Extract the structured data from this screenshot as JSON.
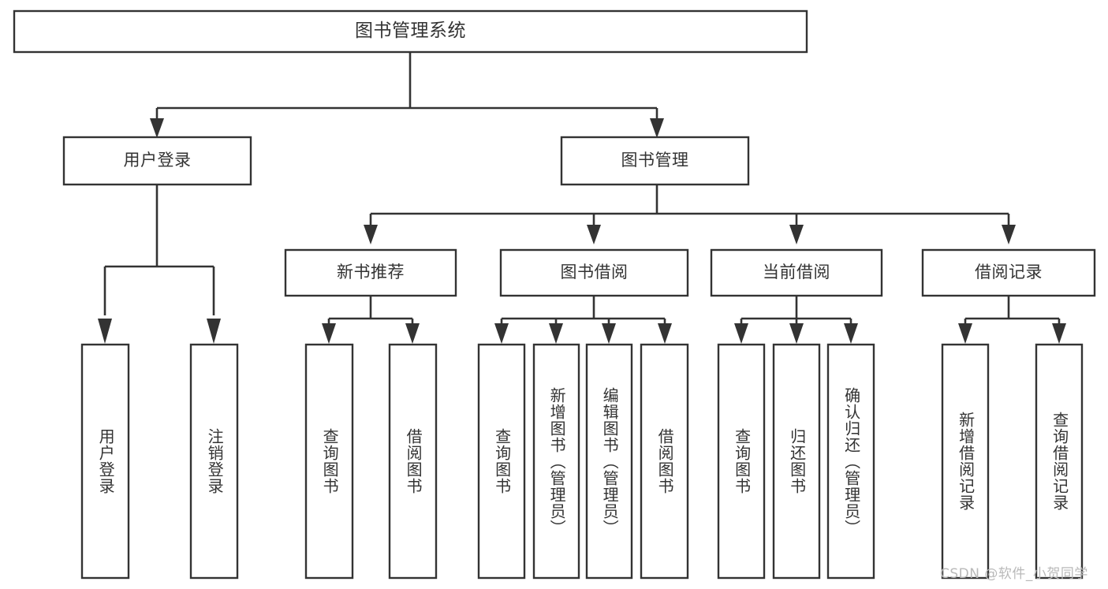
{
  "diagram": {
    "title": "图书管理系统",
    "type": "tree-hierarchy",
    "colors": {
      "stroke": "#333333",
      "fill": "#ffffff",
      "text": "#333333",
      "watermark": "#b9b9b9",
      "background": "#ffffff"
    },
    "nodes": {
      "root": {
        "label": "图书管理系统",
        "level": 0,
        "orientation": "horizontal"
      },
      "l1": [
        {
          "id": "user-login",
          "label": "用户登录",
          "level": 1,
          "orientation": "horizontal"
        },
        {
          "id": "book-manage",
          "label": "图书管理",
          "level": 1,
          "orientation": "horizontal"
        }
      ],
      "l2": [
        {
          "id": "new-book-rec",
          "label": "新书推荐",
          "level": 2,
          "orientation": "horizontal"
        },
        {
          "id": "book-borrow",
          "label": "图书借阅",
          "level": 2,
          "orientation": "horizontal"
        },
        {
          "id": "current-borrow",
          "label": "当前借阅",
          "level": 2,
          "orientation": "horizontal"
        },
        {
          "id": "borrow-record",
          "label": "借阅记录",
          "level": 2,
          "orientation": "horizontal"
        }
      ],
      "leaves": [
        {
          "id": "leaf-user-login",
          "label": "用户登录",
          "parent": "user-login",
          "orientation": "vertical"
        },
        {
          "id": "leaf-user-logout",
          "label": "注销登录",
          "parent": "user-login",
          "orientation": "vertical"
        },
        {
          "id": "leaf-query-book-1",
          "label": "查询图书",
          "parent": "new-book-rec",
          "orientation": "vertical"
        },
        {
          "id": "leaf-borrow-book-1",
          "label": "借阅图书",
          "parent": "new-book-rec",
          "orientation": "vertical"
        },
        {
          "id": "leaf-query-book-2",
          "label": "查询图书",
          "parent": "book-borrow",
          "orientation": "vertical"
        },
        {
          "id": "leaf-add-book",
          "label": "新增图书（管理员）",
          "parent": "book-borrow",
          "orientation": "vertical"
        },
        {
          "id": "leaf-edit-book",
          "label": "编辑图书（管理员）",
          "parent": "book-borrow",
          "orientation": "vertical"
        },
        {
          "id": "leaf-borrow-book-2",
          "label": "借阅图书",
          "parent": "book-borrow",
          "orientation": "vertical"
        },
        {
          "id": "leaf-query-book-3",
          "label": "查询图书",
          "parent": "current-borrow",
          "orientation": "vertical"
        },
        {
          "id": "leaf-return-book",
          "label": "归还图书",
          "parent": "current-borrow",
          "orientation": "vertical"
        },
        {
          "id": "leaf-confirm-return",
          "label": "确认归还（管理员）",
          "parent": "current-borrow",
          "orientation": "vertical"
        },
        {
          "id": "leaf-add-record",
          "label": "新增借阅记录",
          "parent": "borrow-record",
          "orientation": "vertical"
        },
        {
          "id": "leaf-query-record",
          "label": "查询借阅记录",
          "parent": "borrow-record",
          "orientation": "vertical"
        }
      ]
    },
    "watermark": "CSDN @软件_小贺同学"
  }
}
